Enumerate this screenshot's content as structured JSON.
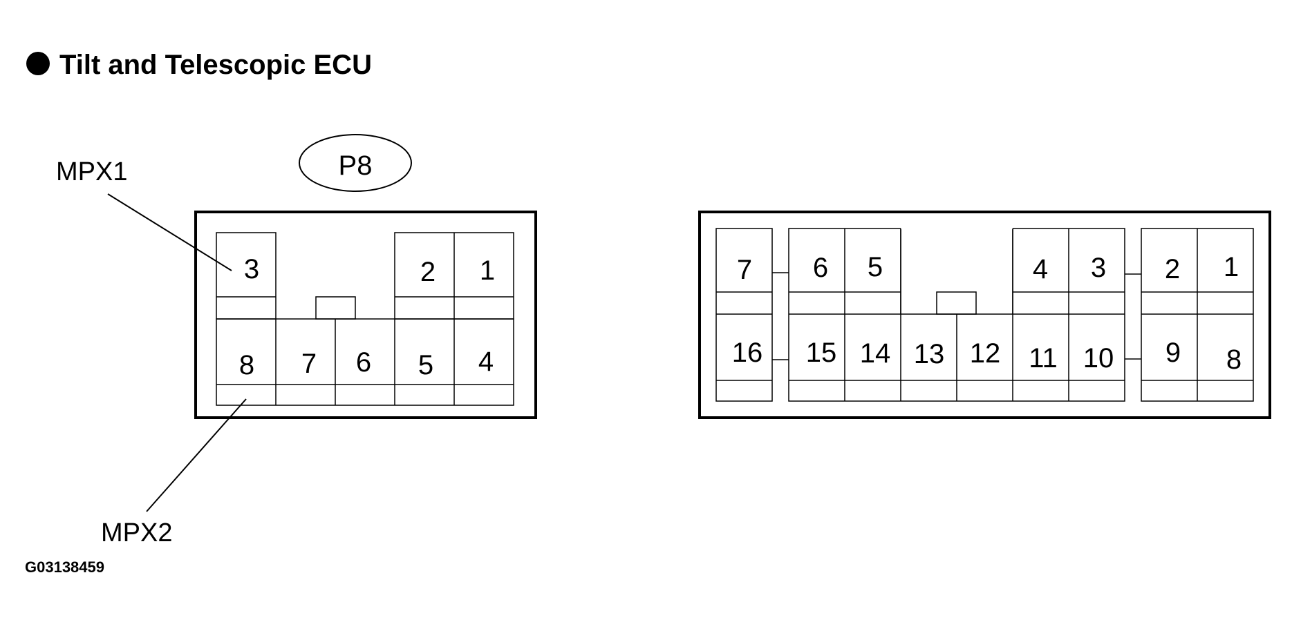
{
  "title": "Tilt and Telescopic ECU",
  "connector_left": {
    "name": "P8",
    "pins": [
      "1",
      "2",
      "3",
      "4",
      "5",
      "6",
      "7",
      "8"
    ],
    "callouts": [
      "MPX1",
      "MPX2"
    ]
  },
  "connector_right": {
    "pins": [
      "1",
      "2",
      "3",
      "4",
      "5",
      "6",
      "7",
      "8",
      "9",
      "10",
      "11",
      "12",
      "13",
      "14",
      "15",
      "16"
    ]
  },
  "figure_code": "G03138459"
}
